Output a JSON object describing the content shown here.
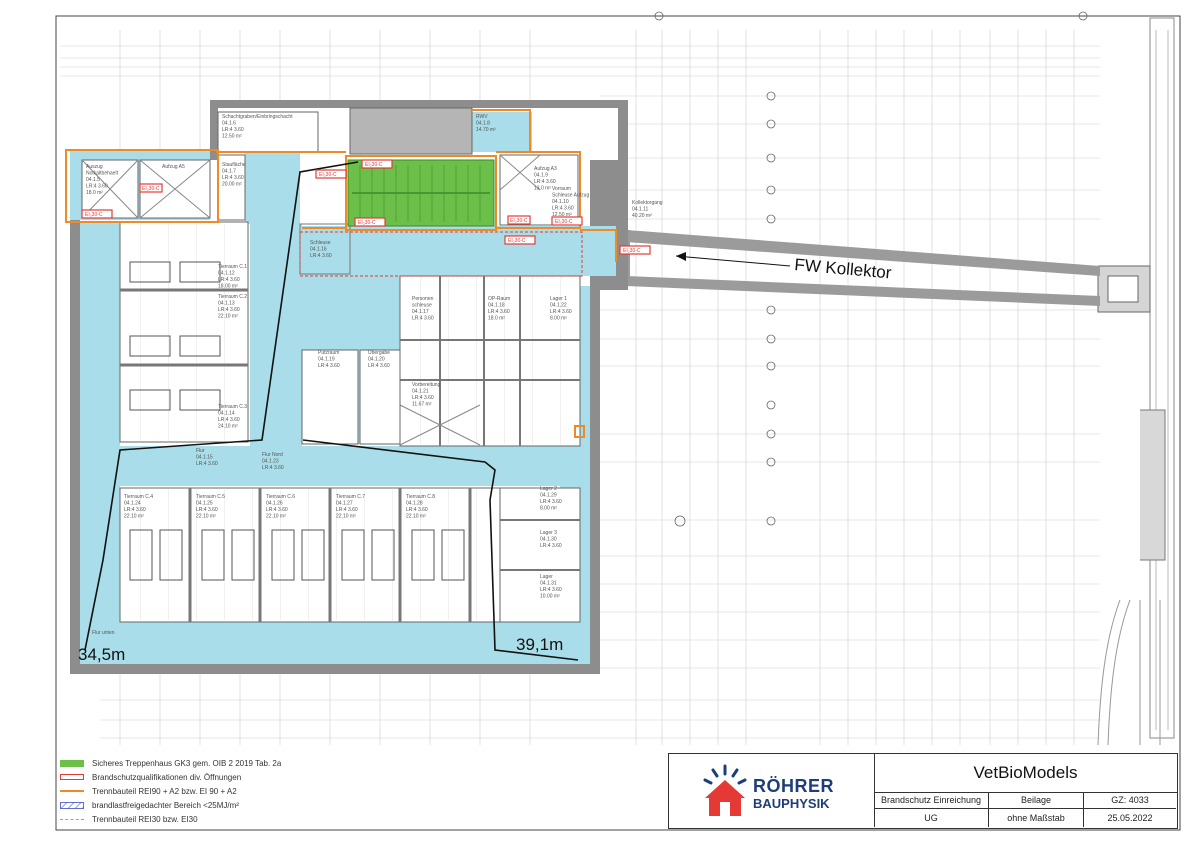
{
  "plan": {
    "distance_left": "34,5m",
    "distance_right": "39,1m",
    "fw_label": "FW Kollektor",
    "fire_door_label": "EI₂30-C",
    "rooms": [
      {
        "id": "r1",
        "lines": [
          "Auszug",
          "Notkaltbehaelt",
          "04.1.5",
          "LR:4 3.60",
          "18.0 m²"
        ]
      },
      {
        "id": "r2",
        "lines": [
          "Aufzug A5"
        ]
      },
      {
        "id": "r3",
        "lines": [
          "Schachtgraben/Einbringschacht",
          "04.1.6",
          "LR:4 3.60",
          "12.50 m²"
        ]
      },
      {
        "id": "r4",
        "lines": [
          "Staufläche",
          "04.1.7",
          "LR:4 3.60",
          "20.00 m²"
        ]
      },
      {
        "id": "r5",
        "lines": [
          "RWV",
          "04.1.8",
          "14.70 m²"
        ]
      },
      {
        "id": "r6",
        "lines": [
          "Aufzug A3",
          "04.1.9",
          "LR:4 3.60",
          "13.0 m²"
        ]
      },
      {
        "id": "r7",
        "lines": [
          "Vorraum",
          "Schleuse Aufzug",
          "04.1.10",
          "LR:4 3.60",
          "12.50 m²"
        ]
      },
      {
        "id": "r8",
        "lines": [
          "Kollektorgang",
          "04.1.11",
          "40.20 m²"
        ]
      },
      {
        "id": "r9",
        "lines": [
          "Tierraum C.1",
          "04.1.12",
          "LR:4 3.60",
          "18.00 m²"
        ]
      },
      {
        "id": "r10",
        "lines": [
          "Tierraum C.2",
          "04.1.13",
          "LR:4 3.60",
          "22.10 m²"
        ]
      },
      {
        "id": "r11",
        "lines": [
          "Tierraum C.3",
          "04.1.14",
          "LR:4 3.60",
          "24.10 m²"
        ]
      },
      {
        "id": "r12",
        "lines": [
          "Flur",
          "04.1.15",
          "LR:4 3.60"
        ]
      },
      {
        "id": "r13",
        "lines": [
          "Schleuse",
          "04.1.16",
          "LR:4 3.60"
        ]
      },
      {
        "id": "r14",
        "lines": [
          "Personen",
          "schleuse",
          "04.1.17",
          "LR:4 3.60"
        ]
      },
      {
        "id": "r15",
        "lines": [
          "OP-Raum",
          "04.1.18",
          "LR:4 3.60",
          "18.0 m²"
        ]
      },
      {
        "id": "r16",
        "lines": [
          "Putzraum",
          "04.1.19",
          "LR:4 3.60"
        ]
      },
      {
        "id": "r17",
        "lines": [
          "Übergabe",
          "04.1.20",
          "LR:4 3.60"
        ]
      },
      {
        "id": "r18",
        "lines": [
          "Vorbereitung",
          "04.1.21",
          "LR:4 3.60",
          "11.67 m²"
        ]
      },
      {
        "id": "r19",
        "lines": [
          "Lager 1",
          "04.1.22",
          "LR:4 3.60",
          "8.00 m²"
        ]
      },
      {
        "id": "r20",
        "lines": [
          "Flur Nord",
          "04.1.23",
          "LR:4 3.60"
        ]
      },
      {
        "id": "r21",
        "lines": [
          "Tierraum C.4",
          "04.1.24",
          "LR:4 3.60",
          "22.10 m²"
        ]
      },
      {
        "id": "r22",
        "lines": [
          "Tierraum C.5",
          "04.1.25",
          "LR:4 3.60",
          "22.10 m²"
        ]
      },
      {
        "id": "r23",
        "lines": [
          "Tierraum C.6",
          "04.1.26",
          "LR:4 3.60",
          "22.10 m²"
        ]
      },
      {
        "id": "r24",
        "lines": [
          "Tierraum C.7",
          "04.1.27",
          "LR:4 3.60",
          "22.10 m²"
        ]
      },
      {
        "id": "r25",
        "lines": [
          "Tierraum C.8",
          "04.1.28",
          "LR:4 3.60",
          "22.10 m²"
        ]
      },
      {
        "id": "r26",
        "lines": [
          "Lager 2",
          "04.1.29",
          "LR:4 3.60",
          "8.00 m²"
        ]
      },
      {
        "id": "r27",
        "lines": [
          "Lager 3",
          "04.1.30",
          "LR:4 3.60"
        ]
      },
      {
        "id": "r28",
        "lines": [
          "Lager",
          "04.1.31",
          "LR:4 3.60",
          "10.00 m²"
        ]
      },
      {
        "id": "r29",
        "lines": [
          "Flur unten"
        ]
      }
    ]
  },
  "legend": [
    {
      "key": "green",
      "text": "Sicheres Treppenhaus GK3 gem. OIB 2 2019 Tab. 2a",
      "color": "#6cc04a"
    },
    {
      "key": "redbox",
      "text": "Brandschutzqualifikationen div. Öffnungen",
      "color": "#e53935"
    },
    {
      "key": "orange",
      "text": "Trennbauteil REI90 + A2 bzw. EI 90 + A2",
      "color": "#f08a24"
    },
    {
      "key": "hatch",
      "text": "brandlastfreigedachter Bereich <25MJ/m²",
      "color": "#3b4cc0"
    },
    {
      "key": "dashed",
      "text": "Trennbauteil REI30 bzw. EI30",
      "color": "#f08a24"
    }
  ],
  "titleblock": {
    "project": "VetBioModels",
    "company_line1": "RÖHRER",
    "company_line2": "BAUPHYSIK",
    "doc_title": "Brandschutz Einreichung",
    "attachment": "Beilage",
    "gz": "GZ: 4033",
    "level": "UG",
    "scale": "ohne Maßstab",
    "date": "25.05.2022"
  },
  "colors": {
    "fire_zone": "#a8dde9",
    "staircase": "#6cc04a",
    "wall": "#7f7f7f",
    "separation": "#f08a24",
    "door_marker": "#e53935"
  }
}
